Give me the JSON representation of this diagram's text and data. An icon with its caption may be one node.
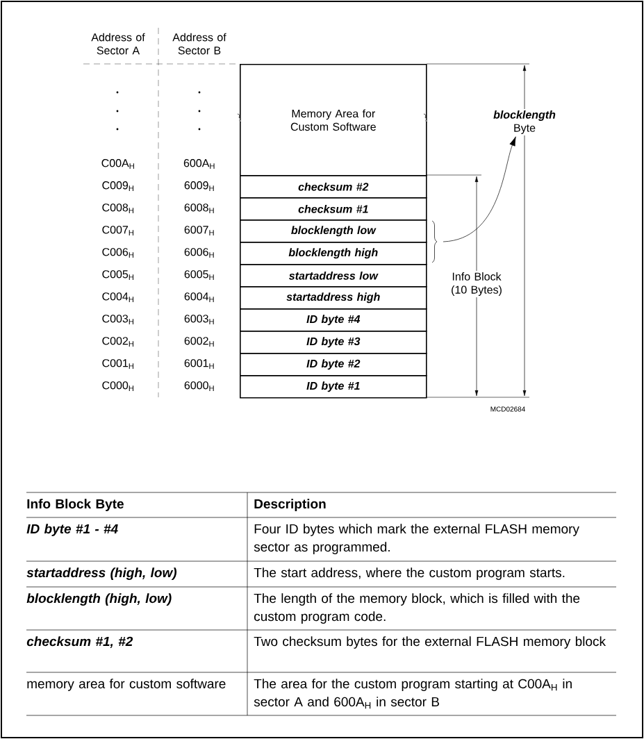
{
  "diagram": {
    "nodes": [
      {
        "text": [
          "Memory Area for Custom Software"
        ]
      },
      {
        "text": [
          "checksum #2"
        ]
      },
      {
        "text": [
          "checksum #1"
        ]
      },
      {
        "text": [
          "blocklength low"
        ]
      },
      {
        "text": [
          "blocklength high"
        ]
      },
      {
        "text": [
          "startaddress low"
        ]
      },
      {
        "text": [
          "startaddress high"
        ]
      },
      {
        "text": [
          "ID byte #4"
        ]
      },
      {
        "text": [
          "ID byte #3"
        ]
      },
      {
        "text": [
          "ID byte #2"
        ]
      },
      {
        "text": [
          "ID byte #1"
        ]
      },
      {
        "text": [
          "blocklength",
          "Byte"
        ]
      }
    ],
    "edges": [
      {
        "from": null,
        "to": 11,
        "arrow": "to"
      }
    ],
    "labels": [
      "Address of Sector A",
      "Address of Sector B",
      "C00A$_{H}$",
      "600A$_{H}$",
      "C009$_{H}$",
      "6009$_{H}$",
      "C008$_{H}$",
      "6008$_{H}$",
      "C007$_{H}$",
      "6007$_{H}$",
      "C006$_{H}$",
      "6006$_{H}$",
      "C005$_{H}$",
      "6005$_{H}$",
      "C004$_{H}$",
      "6004$_{H}$",
      "C003$_{H}$",
      "6003$_{H}$",
      "C002$_{H}$",
      "6002$_{H}$",
      "C001$_{H}$",
      "6001$_{H}$",
      "C000$_{H}$",
      "6000$_{H}$",
      "Info Block (10 Bytes)",
      "MCD02684",
      "Info Block Byte",
      "Description",
      "ID byte #1 - #4",
      "Four ID bytes which mark the external FLASH memory sector as programmed.",
      "startaddress (high, low)",
      "The start address, where the custom program starts.",
      "blocklength (high, low)",
      "The length of the memory block, which is filled with the custom program code.",
      "checksum #1, #2",
      "Two checksum bytes for the external FLASH memory block",
      "memory area for custom software",
      "The area for the custom program starting at C00A$_{H}$ in sector A and 600A$_{H}$ in sector B"
    ]
  }
}
